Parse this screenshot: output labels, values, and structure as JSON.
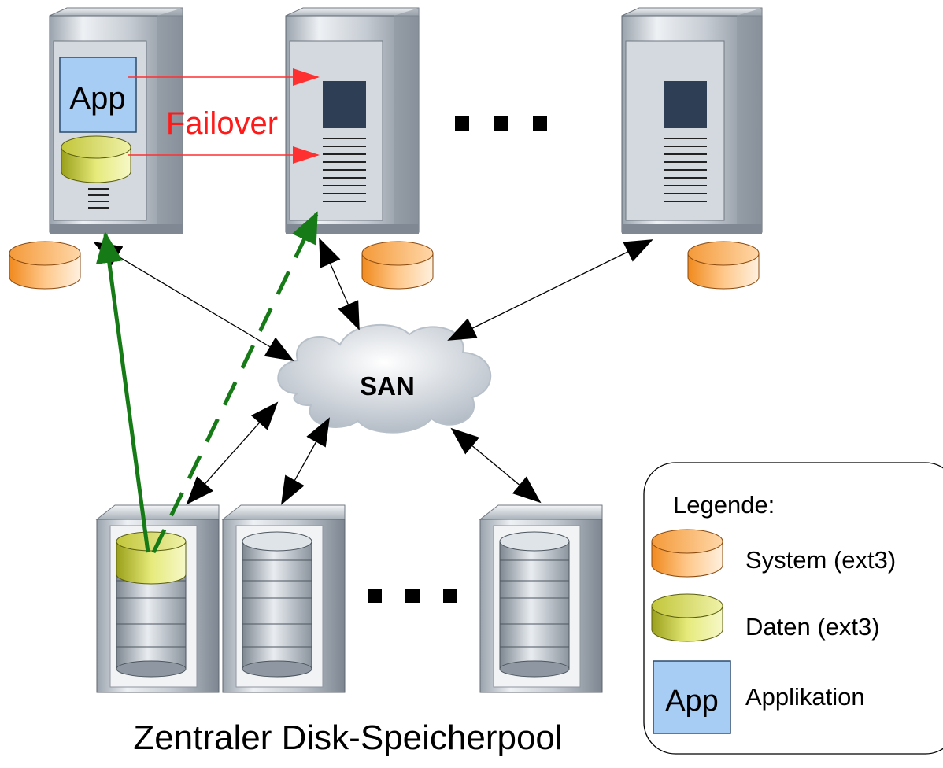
{
  "diagram": {
    "app_label": "App",
    "failover_label": "Failover",
    "network_label": "SAN",
    "pool_caption": "Zentraler Disk-Speicherpool",
    "ellipsis_servers": "...",
    "ellipsis_storage": "..."
  },
  "legend": {
    "title": "Legende:",
    "items": [
      {
        "label": "System (ext3)",
        "icon": "orange-disk-icon"
      },
      {
        "label": "Daten (ext3)",
        "icon": "yellow-disk-icon"
      },
      {
        "label": "Applikation",
        "icon": "app-box-icon",
        "icon_text": "App"
      }
    ]
  },
  "colors": {
    "failover": "#ff2a2a",
    "green_link": "#167a16",
    "system_disk": "#f6a24a",
    "data_disk": "#c8cc3a",
    "app_box": "#a7cdf5"
  }
}
